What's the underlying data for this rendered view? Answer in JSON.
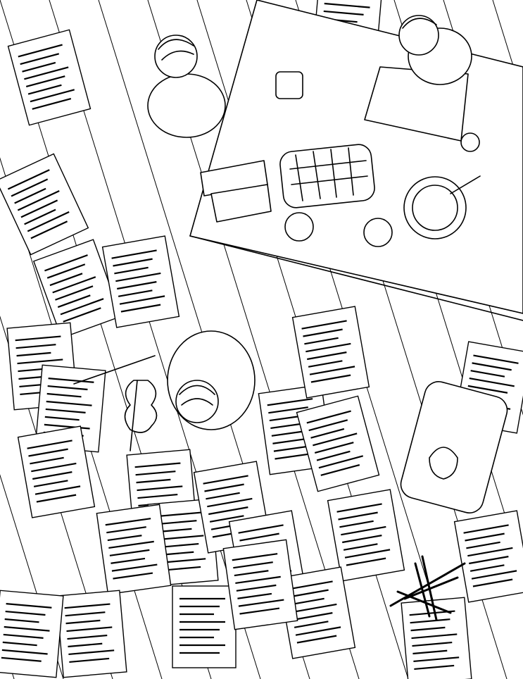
{
  "colors": {
    "ink": "#000000",
    "paper": "#ffffff"
  },
  "scene": {
    "objects": [
      "table",
      "laptop",
      "baking-dish",
      "soup-bowl",
      "mug",
      "violin",
      "violin-bow",
      "music-stand",
      "instrument-case",
      "sheet-music",
      "person-at-table-left",
      "person-at-table-right",
      "person-kneeling"
    ]
  }
}
